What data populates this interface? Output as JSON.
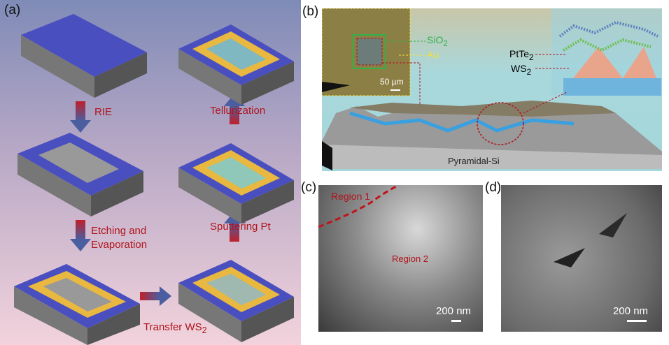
{
  "panels": {
    "a": {
      "label": "(a)",
      "steps": {
        "rie": "RIE",
        "etch1": "Etching and",
        "etch2": "Evaporation",
        "transfer": "Transfer WS",
        "transfer_sub": "2",
        "sputter": "Sputtering Pt",
        "tellur": "Tellurization"
      }
    },
    "b": {
      "label": "(b)",
      "sio2": "SiO",
      "sio2_sub": "2",
      "au": "Au",
      "scale": "50 µm",
      "ptte2": "PtTe",
      "ptte2_sub": "2",
      "ws2": "WS",
      "ws2_sub": "2",
      "substrate": "Pyramidal-Si"
    },
    "c": {
      "label": "(c)",
      "region1": "Region 1",
      "region2": "Region 2",
      "scale": "200 nm"
    },
    "d": {
      "label": "(d)",
      "scale": "200 nm"
    }
  },
  "colors": {
    "arrow_red": "#b0141c",
    "electrode": "#e8b840",
    "substrate_blue": "#4a4fc0",
    "sio2_green": "#2fb24a"
  }
}
